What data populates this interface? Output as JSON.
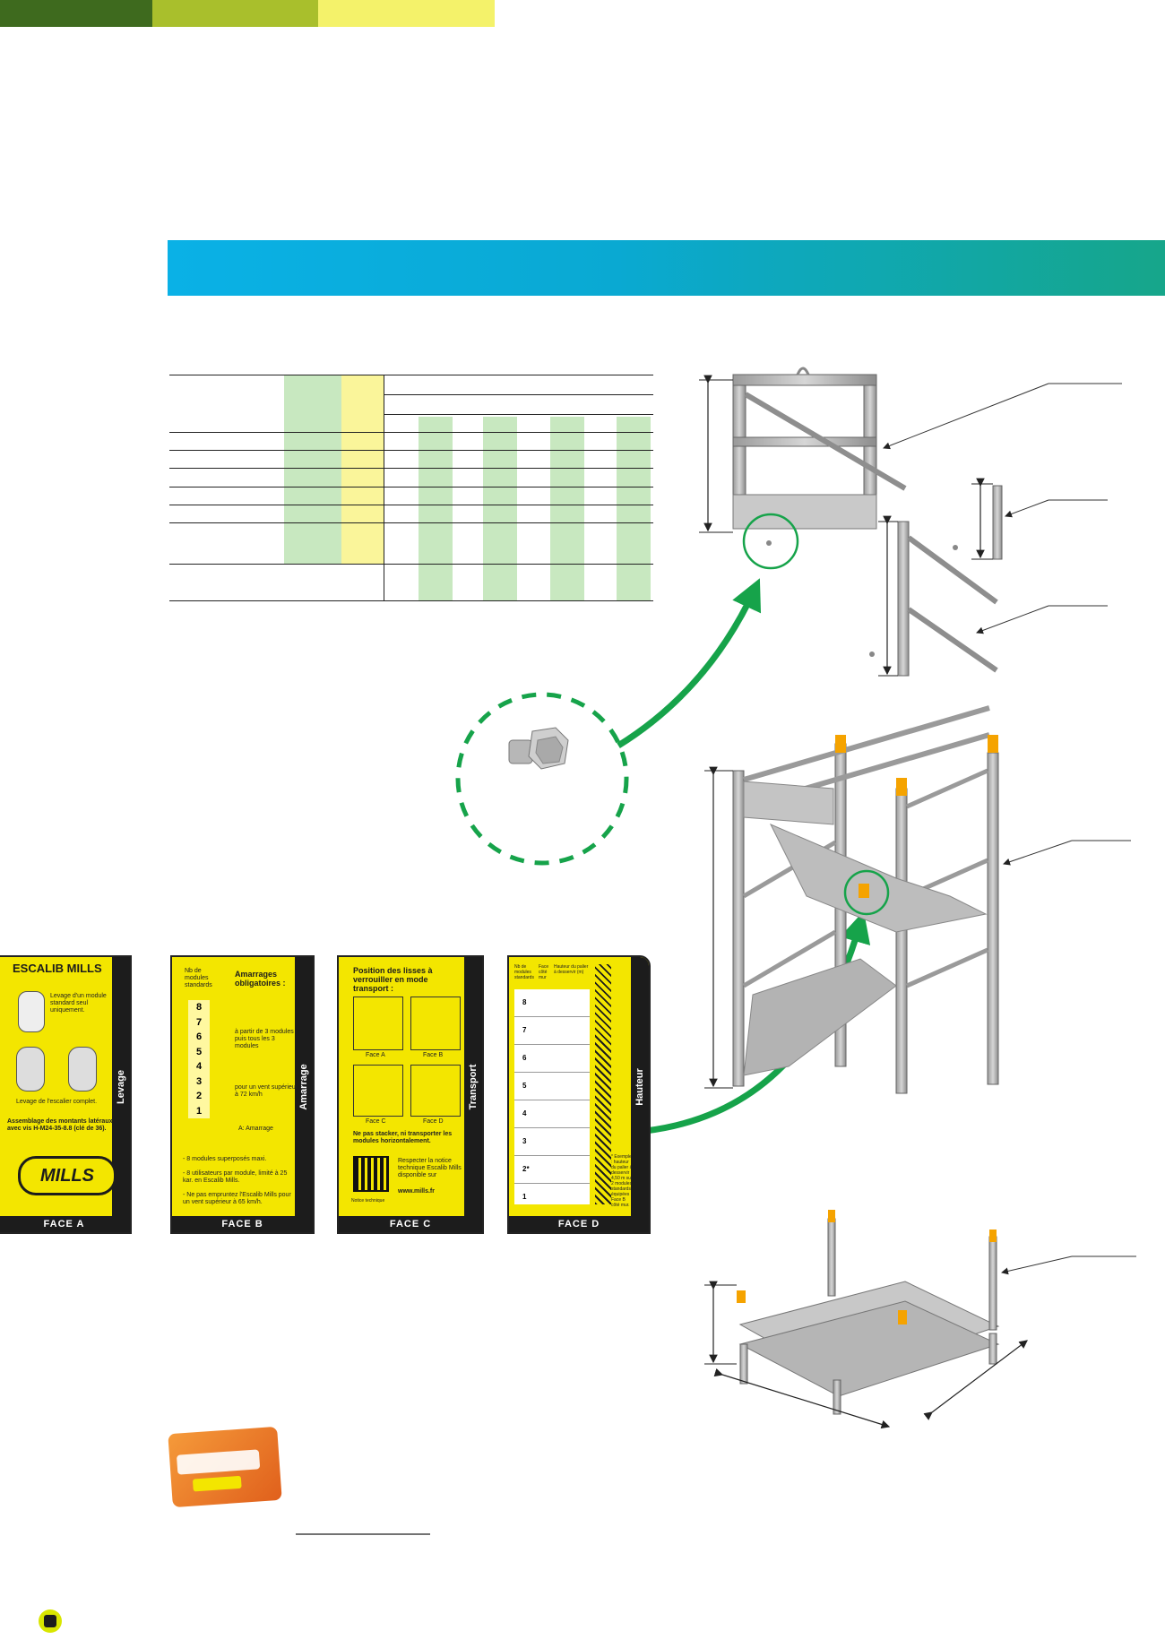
{
  "panels": [
    {
      "face": "FACE A",
      "side_label": "Levage",
      "title": "ESCALIB MILLS",
      "lines": [
        "Levage d'un module standard seul uniquement.",
        "Levage de l'escalier complet.",
        "Assemblage des montants latéraux avec vis H-M24-35-8.8 (clé de 36)."
      ],
      "brand": "MILLS"
    },
    {
      "face": "FACE B",
      "side_label": "Amarrage",
      "title": "Amarrages obligatoires :",
      "col_header": "Nb de modules standards",
      "levels": [
        "8",
        "7",
        "6",
        "5",
        "4",
        "3",
        "2",
        "1"
      ],
      "lines": [
        "à partir de 3 modules puis tous les 3 modules",
        "pour un vent supérieur à 72 km/h",
        "A: Amarrage",
        "- 8 modules superposés maxi.",
        "- 8 utilisateurs par module, limité à 25 kar. en Escalib Mills.",
        "- Ne pas empruntez l'Escalib Mills pour un vent supérieur à 65 km/h."
      ]
    },
    {
      "face": "FACE C",
      "side_label": "Transport",
      "title": "Position des lisses à verrouiller en mode transport :",
      "sub_labels": [
        "Face A",
        "Face B",
        "Face C",
        "Face D"
      ],
      "lines": [
        "Ne pas stacker, ni transporter les modules horizontalement.",
        "Respecter la notice technique Escalib Mills disponible sur",
        "www.mills.fr",
        "Notice technique"
      ]
    },
    {
      "face": "FACE D",
      "side_label": "Hauteur",
      "headers": [
        "Nb de modules standards",
        "Face côté mur",
        "Hauteur du palier à desservir (m)"
      ],
      "modules": [
        "8",
        "7",
        "6",
        "5",
        "4",
        "3",
        "2*",
        "1"
      ],
      "note": "* Exemple : hauteur du palier à desservir 4,50 m sur 2 modules standards équipées Face B côté mur."
    }
  ]
}
